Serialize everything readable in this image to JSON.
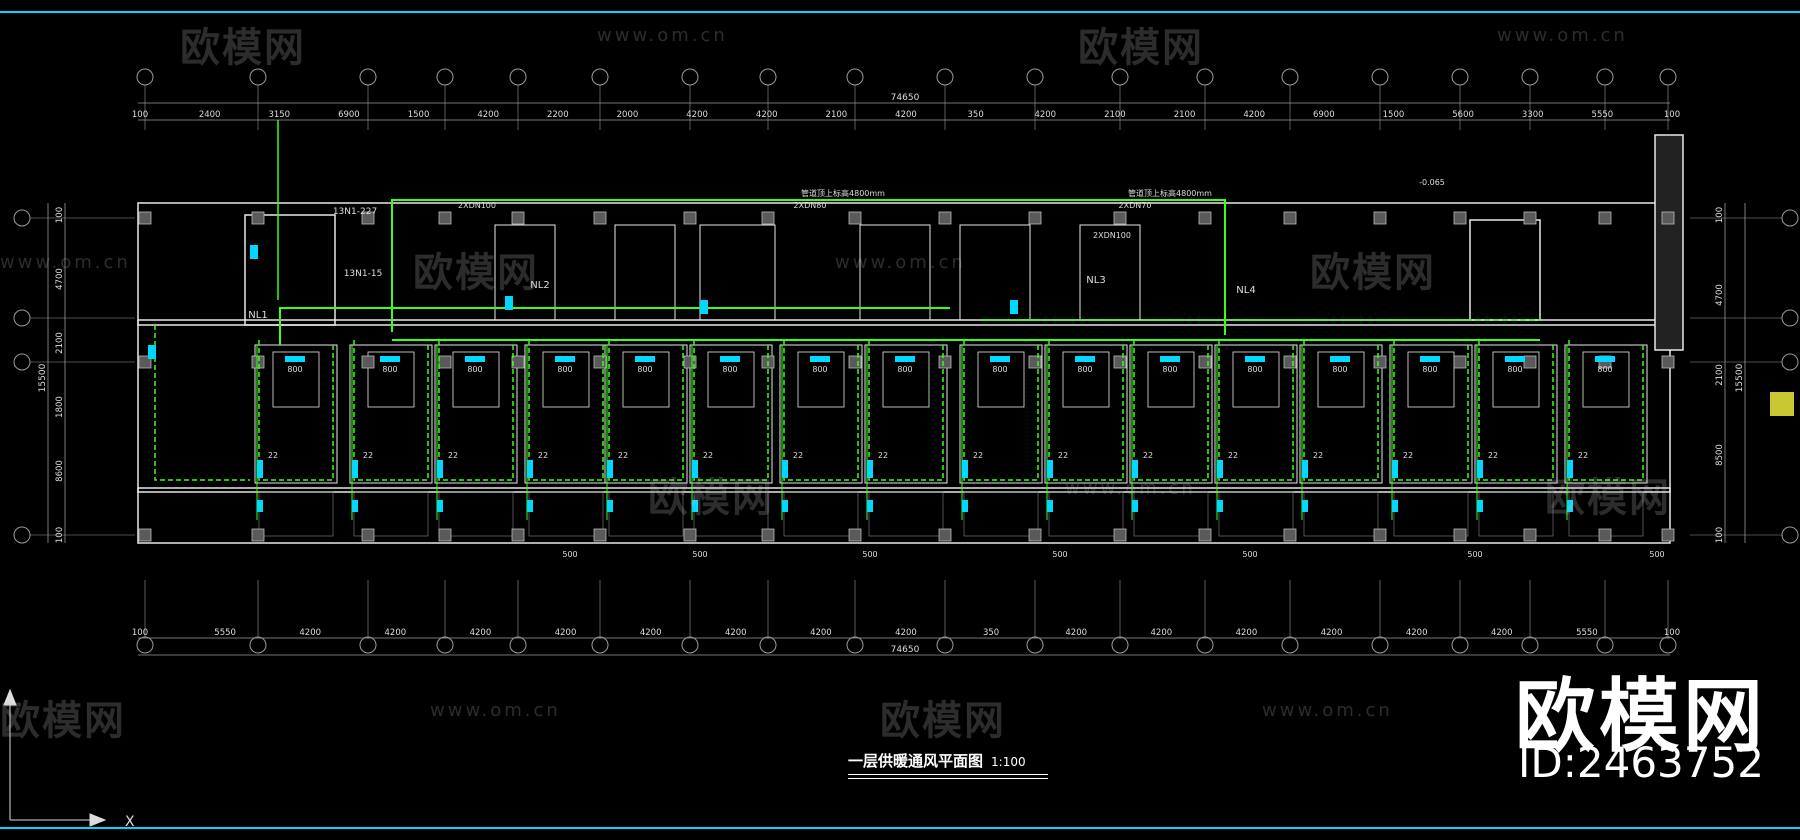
{
  "drawing": {
    "title": "一层供暖通风平面图",
    "scale": "1:100",
    "overall_width": "74650",
    "top_dims": [
      "100",
      "2400",
      "3150",
      "6900",
      "1500",
      "4200",
      "2200",
      "2000",
      "4200",
      "4200",
      "2100",
      "4200",
      "350",
      "4200",
      "2100",
      "2100",
      "4200",
      "6900",
      "1500",
      "5600",
      "3300",
      "5550",
      "100"
    ],
    "bottom_dims": [
      "100",
      "5550",
      "4200",
      "4200",
      "4200",
      "4200",
      "4200",
      "4200",
      "4200",
      "4200",
      "350",
      "4200",
      "4200",
      "4200",
      "4200",
      "4200",
      "4200",
      "5550",
      "100"
    ],
    "left_dims": [
      "100",
      "4700",
      "2100",
      "1800",
      "8600",
      "100"
    ],
    "left_total": "15500",
    "right_dims": [
      "100",
      "4700",
      "2100",
      "8500",
      "100"
    ],
    "right_total": "15500",
    "risers": [
      "NL1",
      "NL2",
      "NL3",
      "NL4"
    ],
    "annotations": {
      "pipe_spec_1": "2XDN100",
      "pipe_spec_2": "2XDN70",
      "pipe_spec_3": "2XDN80",
      "pipe_spec_4": "2XDN100",
      "pipe_slope": "管道顶上标高4800mm",
      "standard_ref_1": "13N1-227",
      "standard_ref_2": "13N1-15",
      "room_value": "22",
      "damper_value": "800",
      "bottom_value": "500",
      "level": "-0.065"
    }
  },
  "watermarks": {
    "brand_cn": "欧模网",
    "url": "www.om.cn"
  },
  "brand": {
    "name": "欧模网",
    "id": "ID:2463752"
  },
  "colors": {
    "background": "#000000",
    "pipe": "#39ff14",
    "wall": "#e8e8e8",
    "grid": "#9a9a9a",
    "cyan": "#00d8ff",
    "yellow": "#d8d800"
  }
}
